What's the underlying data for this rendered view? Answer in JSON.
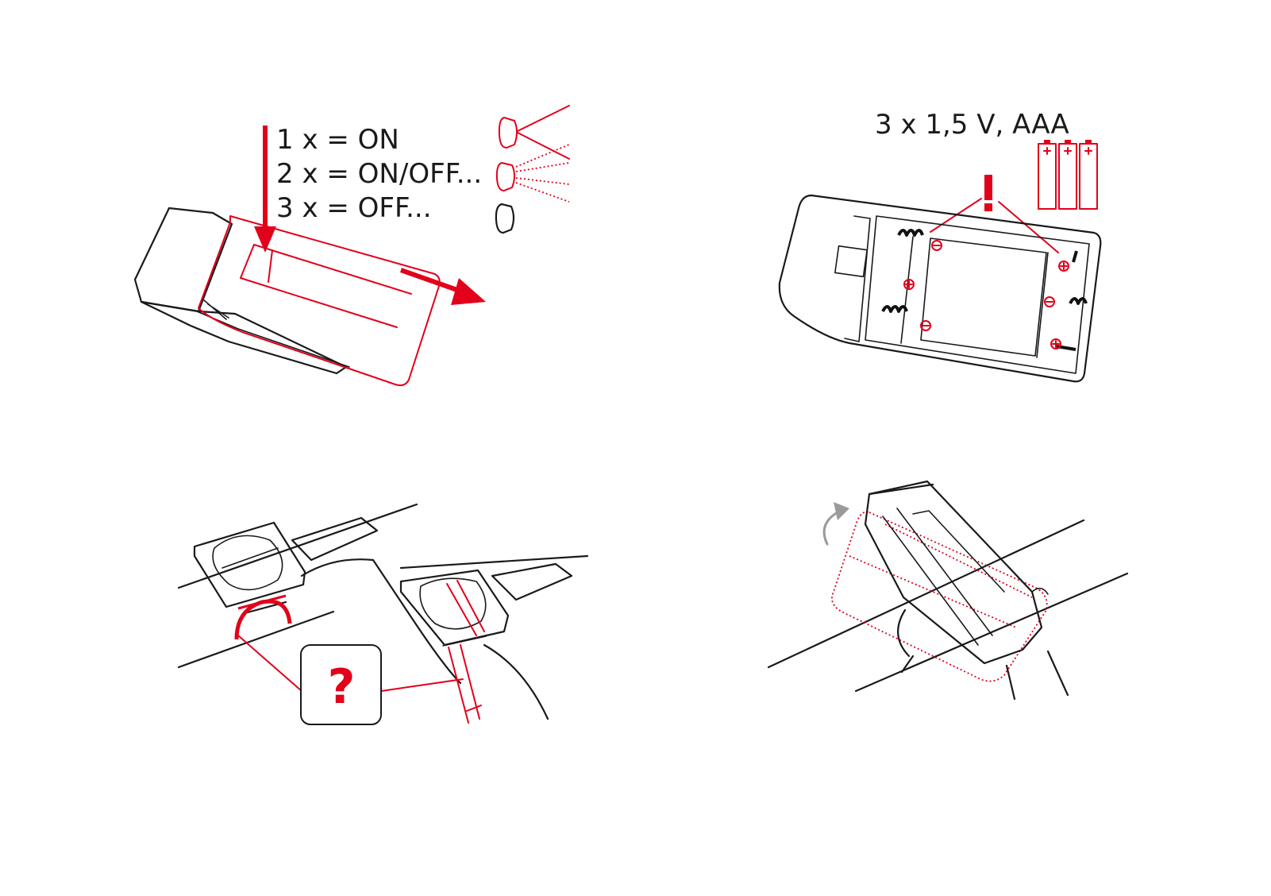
{
  "panel1": {
    "modes": [
      "1 x = ON",
      "2 x = ON/OFF...",
      "3 x = OFF..."
    ]
  },
  "panel2": {
    "battery_spec": "3 x 1,5 V, AAA",
    "warning": "!",
    "plus": "+",
    "minus": "−"
  },
  "panel3": {
    "question": "?"
  },
  "colors": {
    "accent_red": "#e2001a",
    "line_black": "#1a1a1a",
    "arrow_gray": "#9a9a9a"
  }
}
